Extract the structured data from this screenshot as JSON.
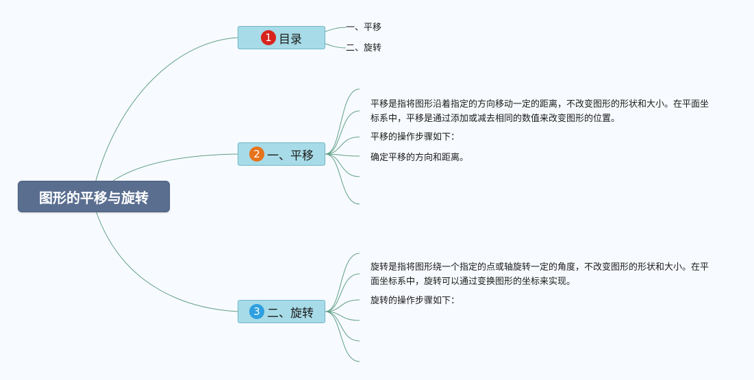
{
  "root": {
    "title": "图形的平移与旋转"
  },
  "colors": {
    "root_bg": "#5a6e90",
    "branch_bg": "#a7dbe7",
    "branch_border": "#6fb6c6",
    "line": "#5f9f86",
    "badge_1": "#d8241c",
    "badge_2": "#e6731c",
    "badge_3": "#2e9fe0"
  },
  "branches": [
    {
      "badge": "1",
      "label": "目录",
      "leaves": [
        "一、平移",
        "二、旋转"
      ]
    },
    {
      "badge": "2",
      "label": "一、平移",
      "leaves": [
        "平移是指将图形沿着指定的方向移动一定的距离，不改变图形的形状和大小。在平面坐标系中，平移是通过添加或减去相同的数值来改变图形的位置。",
        "平移的操作步骤如下：",
        "确定平移的方向和距离。"
      ]
    },
    {
      "badge": "3",
      "label": "二、旋转",
      "leaves": [
        "旋转是指将图形绕一个指定的点或轴旋转一定的角度，不改变图形的形状和大小。在平面坐标系中，旋转可以通过变换图形的坐标来实现。",
        "旋转的操作步骤如下："
      ]
    }
  ]
}
